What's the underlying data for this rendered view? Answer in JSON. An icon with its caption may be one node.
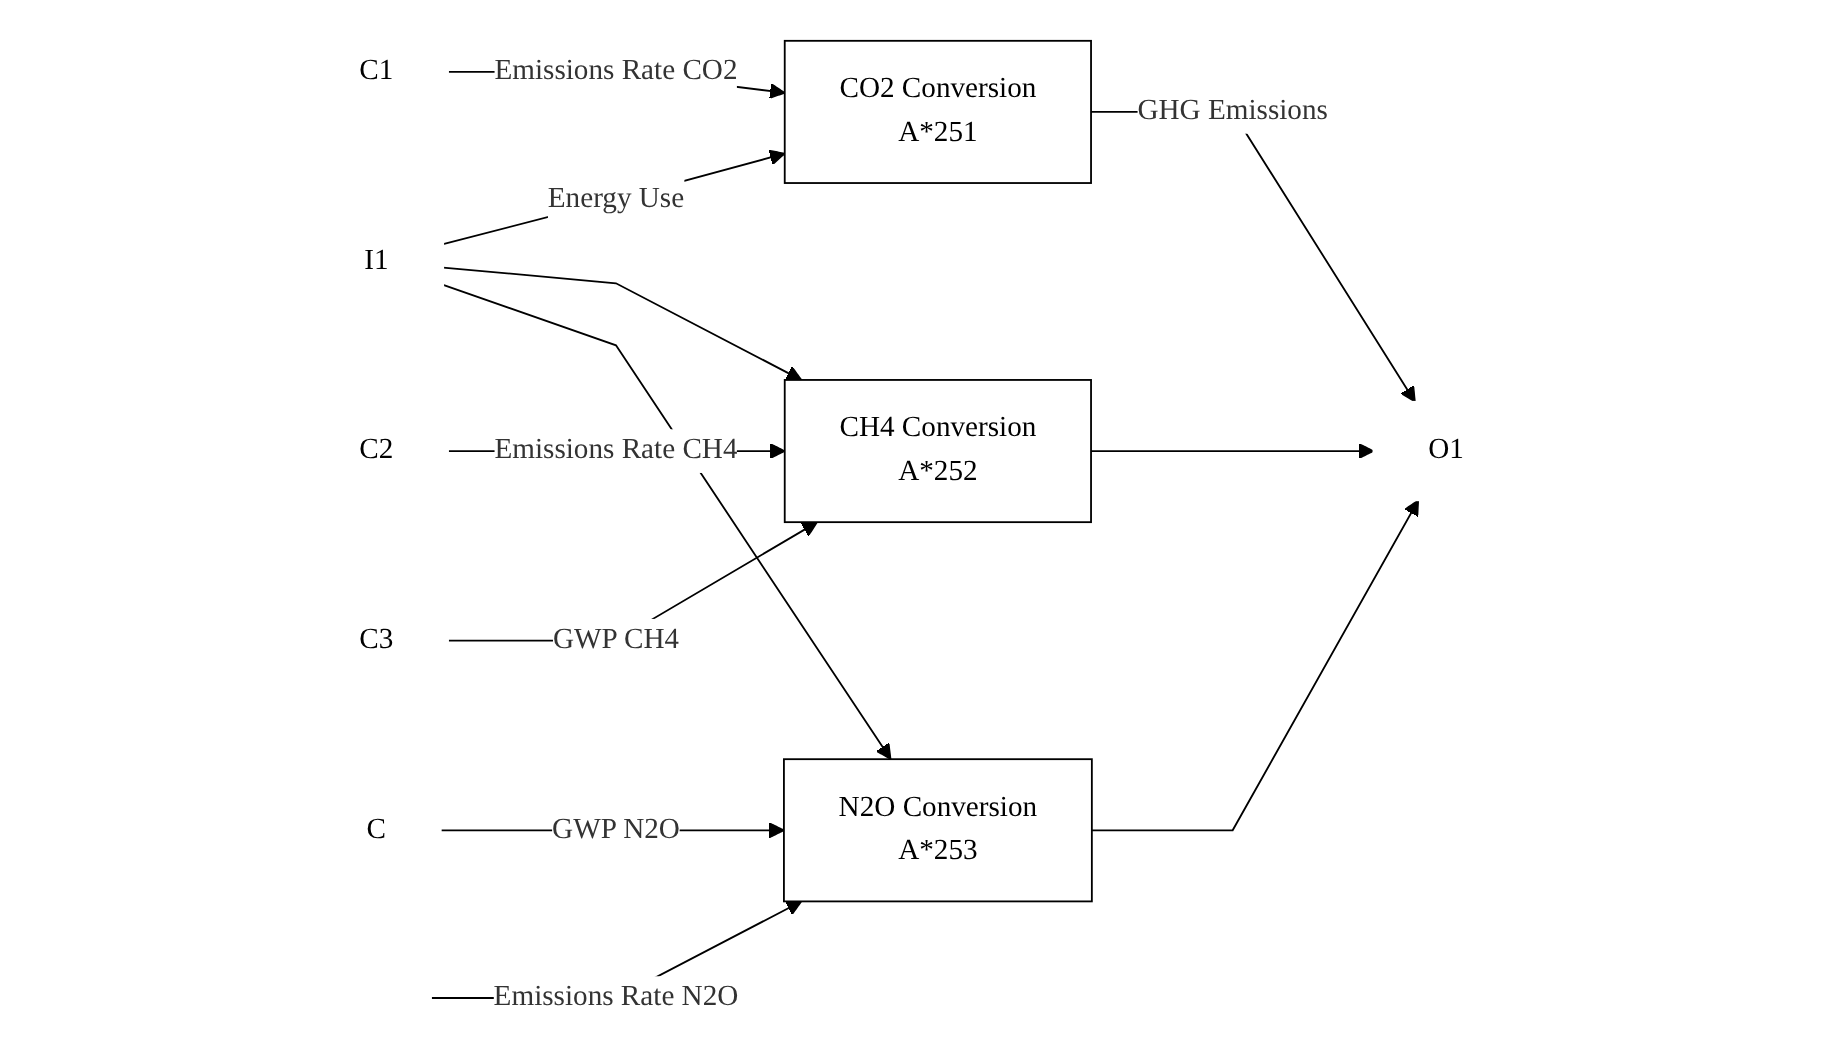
{
  "diagram": {
    "nodes": [
      {
        "text": [
          "I1"
        ]
      },
      {
        "text": [
          "C1"
        ]
      },
      {
        "text": [
          "C2"
        ]
      },
      {
        "text": [
          "C3"
        ]
      },
      {
        "text": [
          "C"
        ]
      },
      {
        "text": [
          "CO2 Conversion",
          "A*251"
        ]
      },
      {
        "text": [
          "CH4 Conversion",
          "A*252"
        ]
      },
      {
        "text": [
          "N2O Conversion",
          "A*253"
        ]
      },
      {
        "text": [
          "O1"
        ]
      }
    ],
    "edges": [
      {
        "from": 0,
        "to": 5,
        "arrow": "to",
        "label": "Energy Use"
      },
      {
        "from": 0,
        "to": 6,
        "arrow": "to"
      },
      {
        "from": 0,
        "to": 7,
        "arrow": "to"
      },
      {
        "from": 1,
        "to": 5,
        "arrow": "to",
        "label": "Emissions Rate CO2"
      },
      {
        "from": 2,
        "to": 6,
        "arrow": "to",
        "label": "Emissions Rate CH4"
      },
      {
        "from": 3,
        "to": 6,
        "arrow": "to",
        "label": "GWP CH4"
      },
      {
        "from": 4,
        "to": 7,
        "arrow": "to",
        "label": "GWP N2O"
      },
      {
        "from": null,
        "to": 7,
        "arrow": "to",
        "label": "Emissions Rate N2O"
      },
      {
        "from": 5,
        "to": 8,
        "arrow": "to",
        "label": "GHG Emissions"
      },
      {
        "from": 6,
        "to": 8,
        "arrow": "to"
      },
      {
        "from": 7,
        "to": 8,
        "arrow": "to"
      }
    ]
  }
}
